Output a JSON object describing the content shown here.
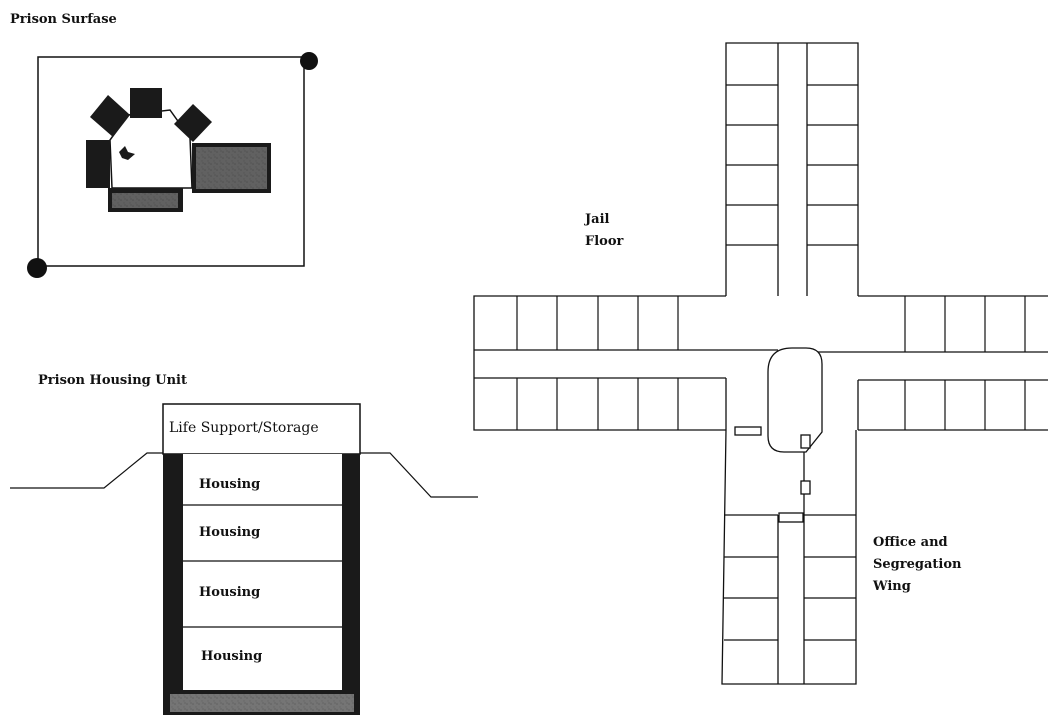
{
  "prison_surface": {
    "title": "Prison Surfase"
  },
  "housing_unit": {
    "title": "Prison Housing Unit",
    "top_label": "Life Support/Storage",
    "levels": [
      "Housing",
      "Housing",
      "Housing",
      "Housing"
    ]
  },
  "jail_floor": {
    "label_line1": "Jail",
    "label_line2": "Floor"
  },
  "office_wing": {
    "label_line1": "Office and",
    "label_line2": "Segregation",
    "label_line3": "Wing"
  },
  "colors": {
    "ink": "#111111",
    "dark_fill": "#1a1a1a",
    "speckle": "#d6d6d6",
    "background": "#ffffff"
  }
}
